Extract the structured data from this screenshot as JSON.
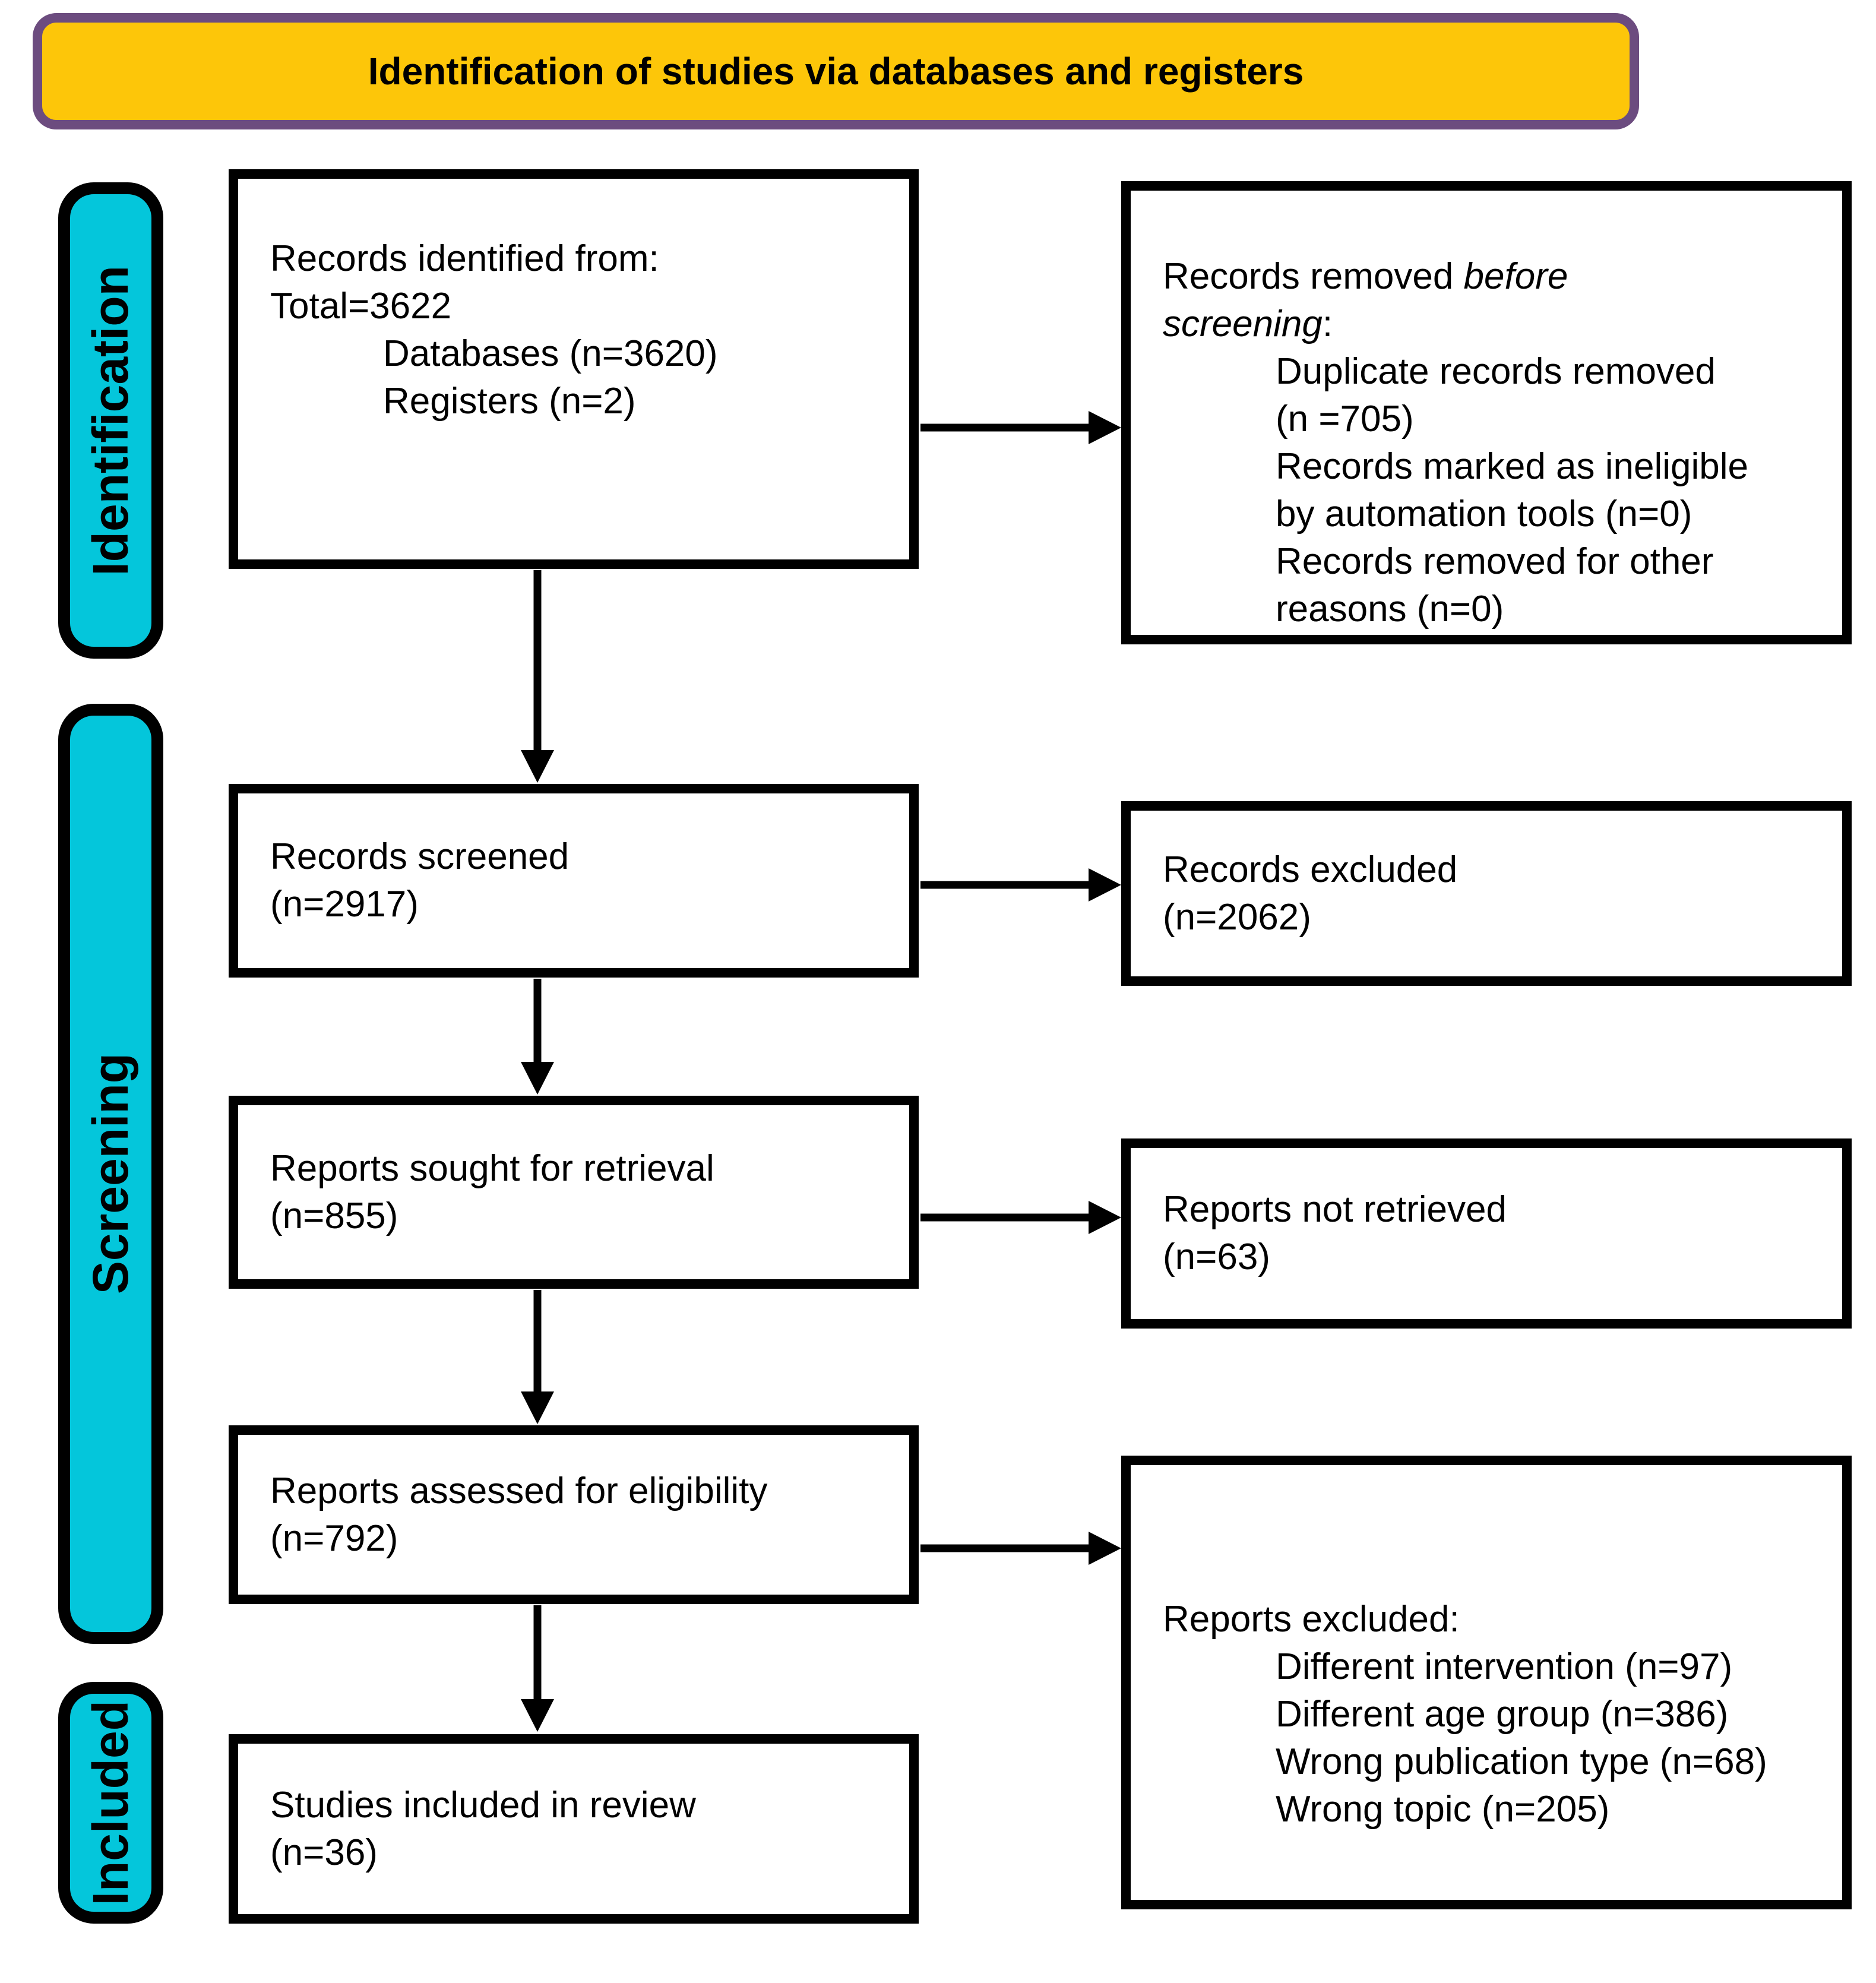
{
  "title": "Identification of studies via databases and registers",
  "stages": {
    "identification": "Identification",
    "screening": "Screening",
    "included": "Included"
  },
  "colors": {
    "header_fill": "#FDC609",
    "header_border": "#6C4C7F",
    "stage_fill": "#04C6DB",
    "box_border": "#000000",
    "arrow": "#000000"
  },
  "flow": {
    "identified": {
      "line1": "Records identified from:",
      "line2": "Total=3622",
      "item1": "Databases (n=3620)",
      "item2": "Registers (n=2)"
    },
    "removed": {
      "intro_prefix": "Records removed ",
      "intro_italic": "before screening",
      "intro_suffix": ":",
      "item1": "Duplicate records removed (n =705)",
      "item2": "Records marked as ineligible by automation tools (n=0)",
      "item3": "Records removed for other reasons (n=0)"
    },
    "screened": {
      "line1": "Records screened",
      "line2": "(n=2917)"
    },
    "excluded": {
      "line1": "Records excluded",
      "line2": "(n=2062)"
    },
    "sought": {
      "line1": "Reports sought for retrieval",
      "line2": "(n=855)"
    },
    "not_retrieved": {
      "line1": "Reports not retrieved",
      "line2": "(n=63)"
    },
    "assessed": {
      "line1": "Reports assessed for eligibility",
      "line2": "(n=792)"
    },
    "reports_excluded": {
      "intro": "Reports excluded:",
      "item1": "Different intervention (n=97)",
      "item2": "Different age group (n=386)",
      "item3": "Wrong publication type (n=68)",
      "item4": "Wrong topic (n=205)"
    },
    "included": {
      "line1": "Studies included in review",
      "line2": "(n=36)"
    }
  }
}
